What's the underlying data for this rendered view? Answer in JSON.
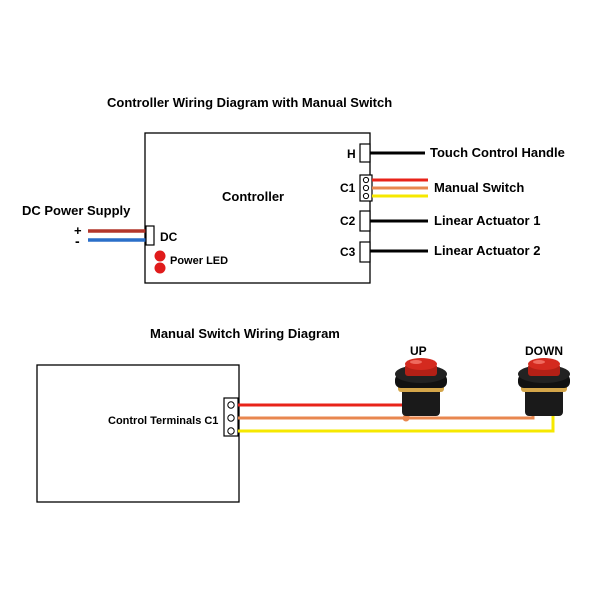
{
  "top_diagram": {
    "title": "Controller Wiring Diagram with Manual Switch",
    "controller_label": "Controller",
    "power_supply_label": "DC Power Supply",
    "plus_sign": "+",
    "minus_sign": "-",
    "dc_port_label": "DC",
    "power_led_label": "Power LED",
    "ports": [
      {
        "id": "H",
        "target": "Touch Control Handle"
      },
      {
        "id": "C1",
        "target": "Manual Switch"
      },
      {
        "id": "C2",
        "target": "Linear Actuator 1"
      },
      {
        "id": "C3",
        "target": "Linear Actuator 2"
      }
    ]
  },
  "bottom_diagram": {
    "title": "Manual Switch Wiring Diagram",
    "terminal_label": "Control Terminals C1",
    "button_up_label": "UP",
    "button_down_label": "DOWN"
  },
  "colors": {
    "red_wire": "#e8231a",
    "orange_wire": "#e8874f",
    "yellow_wire": "#f6e800",
    "black_wire": "#000000",
    "blue_wire": "#2a6fc9",
    "brown_wire": "#b2362c",
    "led_red": "#e01b1b",
    "button_red": "#d42a1f"
  }
}
